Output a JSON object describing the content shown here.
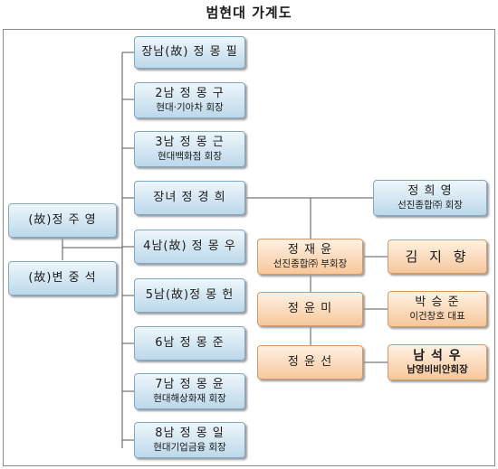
{
  "title": "범현대 가계도",
  "ancestors": {
    "father": "(故)정 주 영",
    "mother": "(故)변 중 석"
  },
  "children": [
    {
      "main": "장남(故) 정 몽 필",
      "sub": ""
    },
    {
      "main": "2남 정 몽 구",
      "sub": "현대·기아차 회장"
    },
    {
      "main": "3남 정 몽 근",
      "sub": "현대백화점 회장"
    },
    {
      "main": "장녀 정 경 희",
      "sub": ""
    },
    {
      "main": "4남(故) 정 몽 우",
      "sub": ""
    },
    {
      "main": "5남(故)정 몽 헌",
      "sub": ""
    },
    {
      "main": "6남 정 몽 준",
      "sub": ""
    },
    {
      "main": "7남 정 몽 윤",
      "sub": "현대해상화재 회장"
    },
    {
      "main": "8남 정 몽 일",
      "sub": "현대기업금융 회장"
    }
  ],
  "spouse": {
    "main": "정 희 영",
    "sub": "선진종합㈜ 회장"
  },
  "grandchildren": [
    {
      "main": "정 재 윤",
      "sub": "선진종합㈜ 부회장"
    },
    {
      "main": "정 윤 미",
      "sub": ""
    },
    {
      "main": "정 윤 선",
      "sub": ""
    }
  ],
  "grandchild_spouses": [
    {
      "main": "김 지 향",
      "sub": ""
    },
    {
      "main": "박 승 준",
      "sub": "이건창호 대표"
    },
    {
      "main": "남 석 우",
      "sub": "남영비비안회장"
    }
  ]
}
